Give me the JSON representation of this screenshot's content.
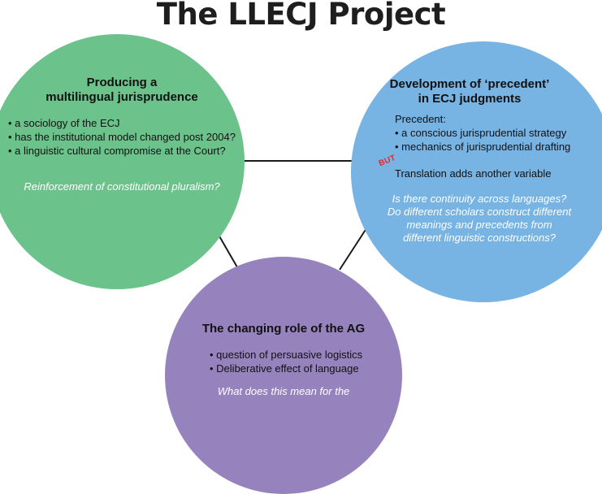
{
  "title": "The LLECJ Project",
  "nodes": {
    "green": {
      "heading": [
        "Producing a",
        "multilingual jurisprudence"
      ],
      "bullets": [
        "a sociology of the ECJ",
        "has the institutional model changed post 2004?",
        "a linguistic cultural compromise at the Court?"
      ],
      "italic": [
        "Reinforcement of constitutional pluralism?"
      ],
      "color": "#6cc28b"
    },
    "blue": {
      "heading": [
        "Development of ‘precedent’",
        "in ECJ judgments"
      ],
      "label": "Precedent:",
      "bullets": [
        "a conscious jurisprudential strategy",
        "mechanics of jurisprudential drafting"
      ],
      "but": "BUT",
      "variable": "Translation adds another variable",
      "italic": [
        "Is there continuity across languages?",
        "Do different scholars construct different",
        "meanings and precedents from",
        "different linguistic constructions?"
      ],
      "color": "#77b3e3"
    },
    "purple": {
      "heading": [
        "The changing role of the AG"
      ],
      "bullets": [
        "question of persuasive logistics",
        "Deliberative effect of language"
      ],
      "italic": [
        "What does this mean for the"
      ],
      "color": "#9682bd"
    }
  }
}
